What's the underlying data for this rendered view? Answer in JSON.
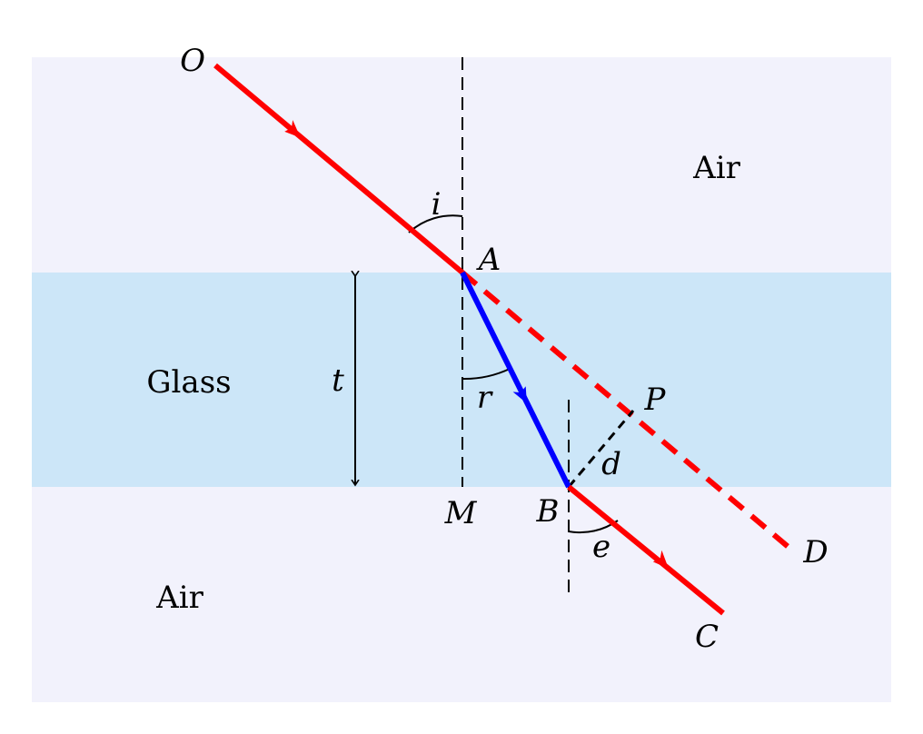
{
  "colors": {
    "air": "#f2f2fc",
    "glass": "#cce6f8",
    "incident_ray": "#ff0000",
    "refracted_ray": "#0000ff",
    "guide": "#000000"
  },
  "regions": {
    "air_top": "Air",
    "glass": "Glass",
    "air_bottom": "Air"
  },
  "points": {
    "O": "O",
    "A": "A",
    "P": "P",
    "B": "B",
    "M": "M",
    "C": "C",
    "D": "D"
  },
  "angles": {
    "incidence": "i",
    "refraction": "r",
    "emergence": "e"
  },
  "measures": {
    "thickness": "t",
    "lateral_shift": "d"
  }
}
